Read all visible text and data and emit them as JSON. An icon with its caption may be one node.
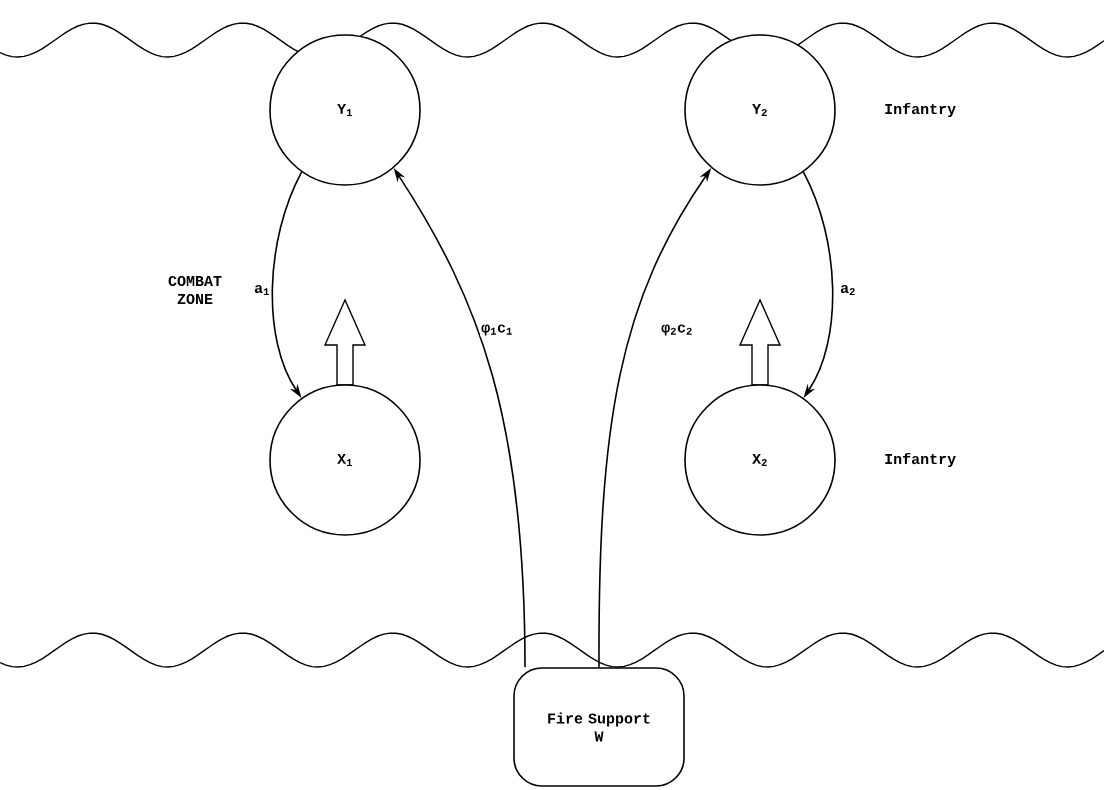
{
  "diagram": {
    "nodes": [
      {
        "text": [
          "Y$_{1}$"
        ]
      },
      {
        "text": [
          "Y$_{2}$"
        ],
        "beside": [
          "Infantry"
        ]
      },
      {
        "text": [
          "X$_{1}$"
        ]
      },
      {
        "text": [
          "X$_{2}$"
        ],
        "beside": [
          "Infantry"
        ]
      },
      {
        "text": [
          "Fire Support",
          "W"
        ]
      }
    ],
    "edges": [
      {
        "from": 0,
        "to": 2,
        "arrow": "to",
        "label": "a$_{1}$"
      },
      {
        "from": 1,
        "to": 3,
        "arrow": "to",
        "label": "a$_{2}$"
      },
      {
        "from": 4,
        "to": 0,
        "arrow": "to",
        "label": "φ$_{1}$c$_{1}$"
      },
      {
        "from": 4,
        "to": 1,
        "arrow": "to",
        "label": "φ$_{2}$c$_{2}$"
      }
    ],
    "labels": [
      "COMBAT ZONE"
    ]
  }
}
